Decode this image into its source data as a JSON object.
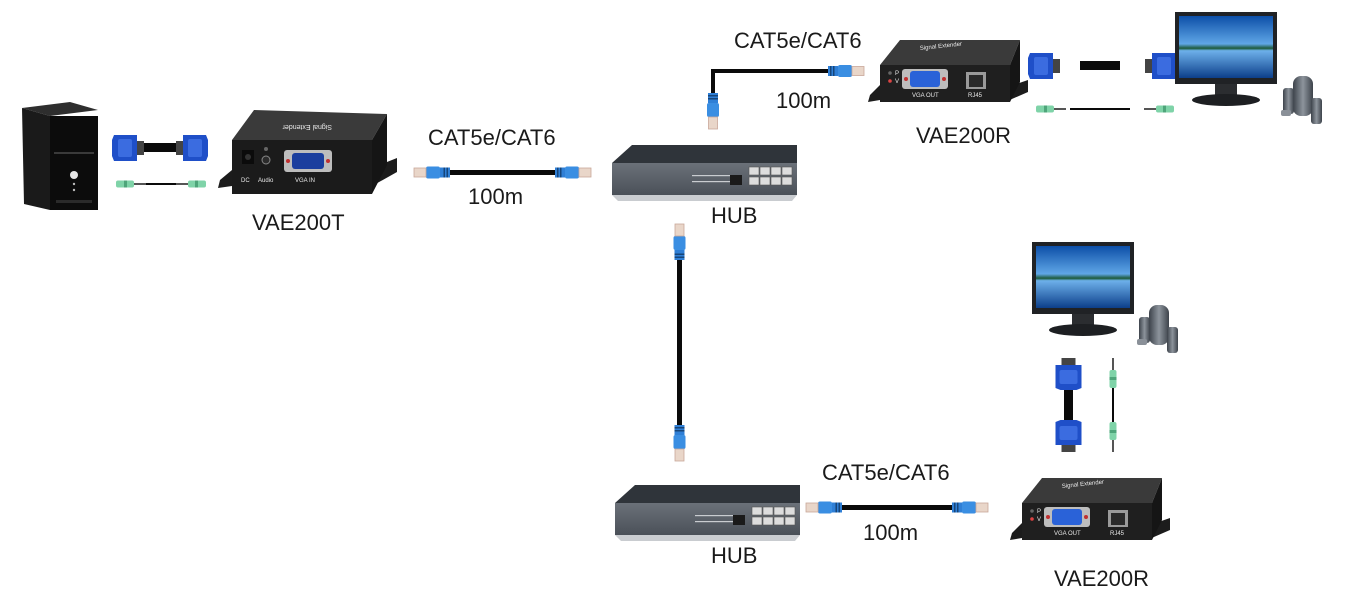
{
  "diagram": {
    "title": "VGA + Audio Extender over CAT5e/CAT6 via HUB",
    "nodes": {
      "pc": {
        "label": "",
        "icon": "desktop-pc-icon"
      },
      "transmitter": {
        "label": "VAE200T",
        "ports": [
          "DC",
          "Audio",
          "VGA IN"
        ]
      },
      "hub_top": {
        "label": "HUB"
      },
      "hub_bottom": {
        "label": "HUB"
      },
      "receiver_top": {
        "label": "VAE200R",
        "ports": [
          "VGA OUT",
          "RJ45"
        ],
        "leds": [
          "P",
          "V"
        ]
      },
      "receiver_bottom": {
        "label": "VAE200R",
        "ports": [
          "VGA OUT",
          "RJ45"
        ],
        "leds": [
          "P",
          "V"
        ]
      },
      "monitor_top": {
        "label": "",
        "icon": "monitor-icon"
      },
      "monitor_bottom": {
        "label": "",
        "icon": "monitor-icon"
      },
      "speakers_top": {
        "label": "",
        "icon": "speakers-icon"
      },
      "speakers_bottom": {
        "label": "",
        "icon": "speakers-icon"
      }
    },
    "links": [
      {
        "from": "transmitter",
        "to": "hub_top",
        "cable": "CAT5e/CAT6",
        "distance": "100m"
      },
      {
        "from": "hub_top",
        "to": "receiver_top",
        "cable": "CAT5e/CAT6",
        "distance": "100m"
      },
      {
        "from": "hub_top",
        "to": "hub_bottom",
        "cable": "",
        "distance": ""
      },
      {
        "from": "hub_bottom",
        "to": "receiver_bottom",
        "cable": "CAT5e/CAT6",
        "distance": "100m"
      }
    ],
    "colors": {
      "connector_blue": "#2f7fd6",
      "vga_blue": "#1f4fc8",
      "audio_green": "#7fd3a8",
      "cable_black": "#0a0a0a",
      "device_body": "#2b2b2b",
      "hub_body": "#5a6068"
    }
  }
}
